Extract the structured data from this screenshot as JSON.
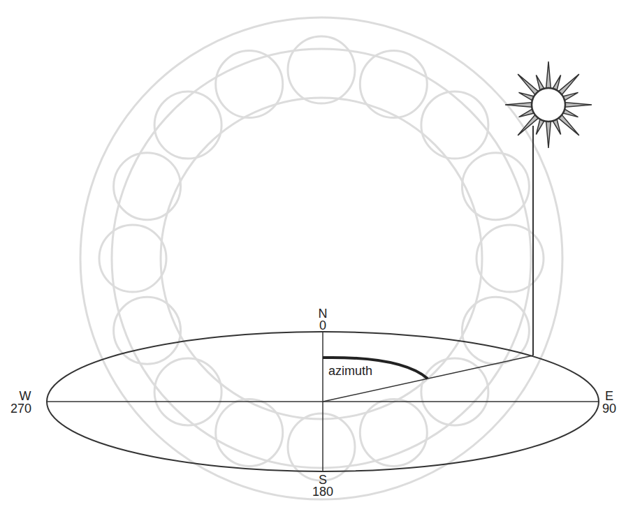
{
  "diagram": {
    "labels": [
      "N",
      "0",
      "W",
      "270",
      "E",
      "90",
      "S",
      "180",
      "azimuth"
    ]
  }
}
